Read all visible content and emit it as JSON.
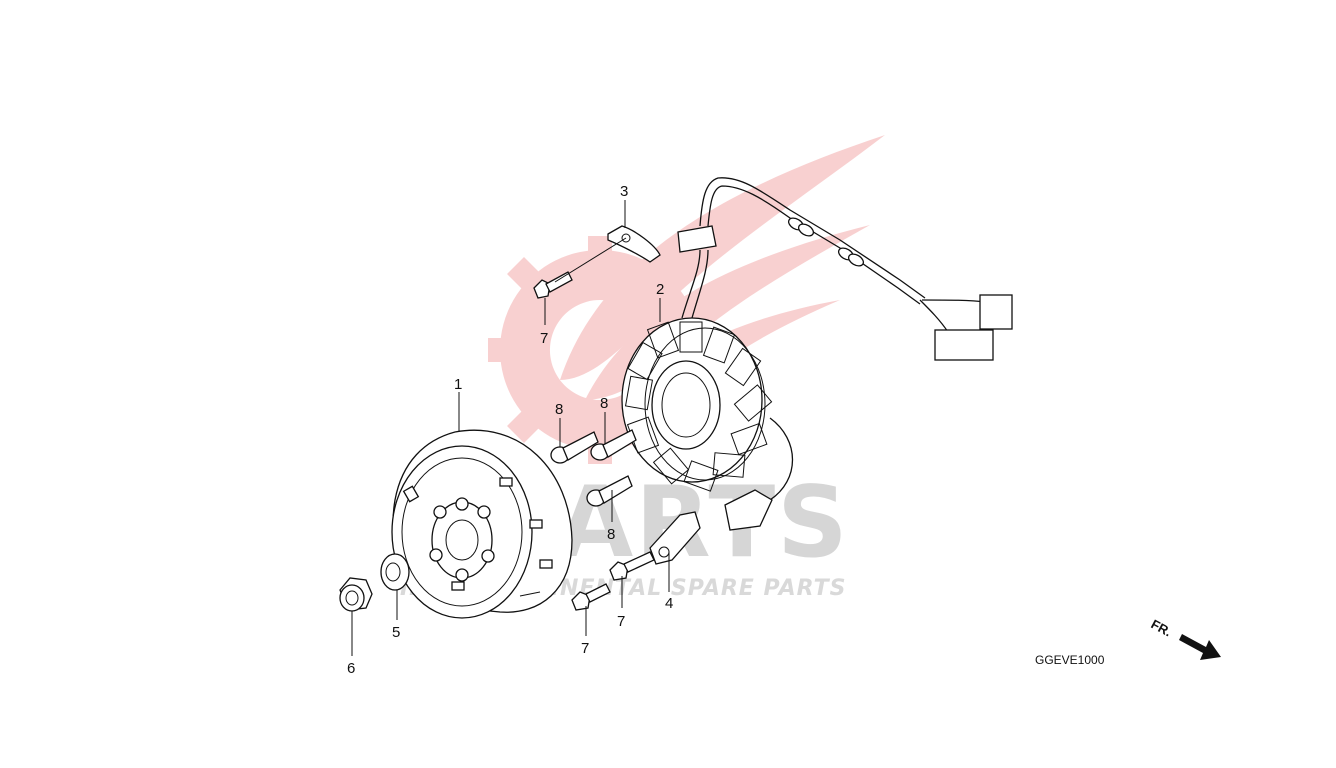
{
  "watermark": {
    "brand": "SPARTS",
    "tagline": "INTERCONTINENTAL SPARE PARTS",
    "brand_color": "#e03030",
    "gray": "#d6d6d6"
  },
  "diagram": {
    "code": "GGEVE1000",
    "direction_label": "FR.",
    "callouts": {
      "c1": "1",
      "c2": "2",
      "c3": "3",
      "c4": "4",
      "c5": "5",
      "c6": "6",
      "c7a": "7",
      "c7b": "7",
      "c7c": "7",
      "c8a": "8",
      "c8b": "8",
      "c8c": "8"
    }
  }
}
